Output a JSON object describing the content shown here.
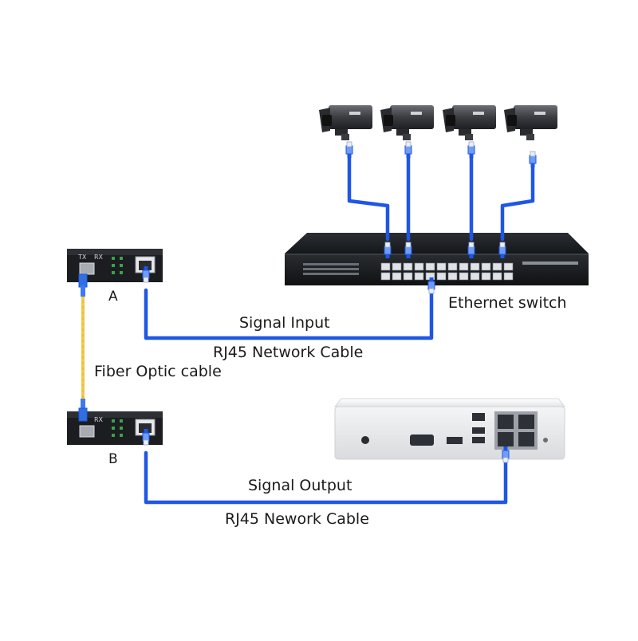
{
  "labels": {
    "converter_a": "A",
    "converter_b": "B",
    "ethernet_switch": "Ethernet switch",
    "signal_input": "Signal Input",
    "rj45_network_cable": "RJ45 Network Cable",
    "fiber_optic_cable": "Fiber Optic cable",
    "signal_output": "Signal Output",
    "rj45_nework_cable": "RJ45 Nework Cable"
  },
  "device_text": {
    "port_tx": "TX",
    "port_rx": "RX"
  },
  "colors": {
    "network_cable": "#1f56e6",
    "fiber_cable": "#f2c94c",
    "device_dark": "#1b1d21",
    "nvr_body": "#eeeff1"
  },
  "icons": {
    "camera": "ip-camera-icon",
    "switch": "ethernet-switch-icon",
    "converter": "media-converter-icon",
    "nvr": "nvr-recorder-icon"
  }
}
